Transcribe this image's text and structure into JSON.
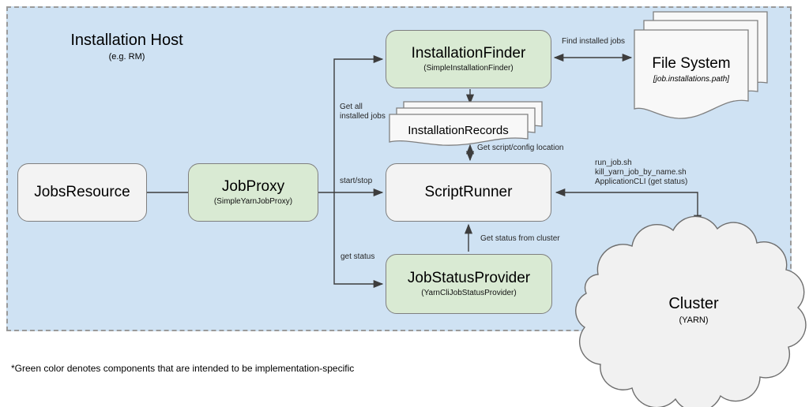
{
  "diagram": {
    "host": {
      "title": "Installation Host",
      "subtitle": "(e.g. RM)"
    },
    "nodes": {
      "jobs_resource": {
        "title": "JobsResource"
      },
      "job_proxy": {
        "title": "JobProxy",
        "subtitle": "(SimpleYarnJobProxy)"
      },
      "installation_finder": {
        "title": "InstallationFinder",
        "subtitle": "(SimpleInstallationFinder)"
      },
      "script_runner": {
        "title": "ScriptRunner"
      },
      "job_status_provider": {
        "title": "JobStatusProvider",
        "subtitle": "(YarnCliJobStatusProvider)"
      },
      "installation_records": {
        "title": "InstallationRecords"
      },
      "file_system": {
        "title": "File System",
        "subtitle": "[job.installations.path]"
      },
      "cluster": {
        "title": "Cluster",
        "subtitle": "(YARN)"
      }
    },
    "edge_labels": {
      "find_installed_jobs": "Find installed jobs",
      "get_all_installed_jobs": "Get all\ninstalled jobs",
      "get_script_config_location": "Get script/config location",
      "start_stop": "start/stop",
      "get_status": "get status",
      "get_status_from_cluster": "Get status from cluster",
      "cluster_commands": "run_job.sh\nkill_yarn_job_by_name.sh\nApplicationCLI (get status)"
    },
    "footnote": "*Green color denotes components that are intended to be implementation-specific",
    "colors": {
      "host_fill": "#cfe2f3",
      "implementation_specific_fill": "#d9ead3",
      "neutral_fill": "#f3f3f3",
      "document_fill": "#f8f8f8",
      "cloud_fill": "#f1f1f1",
      "line": "#3d3d3d",
      "border": "#7f7f7f"
    }
  }
}
